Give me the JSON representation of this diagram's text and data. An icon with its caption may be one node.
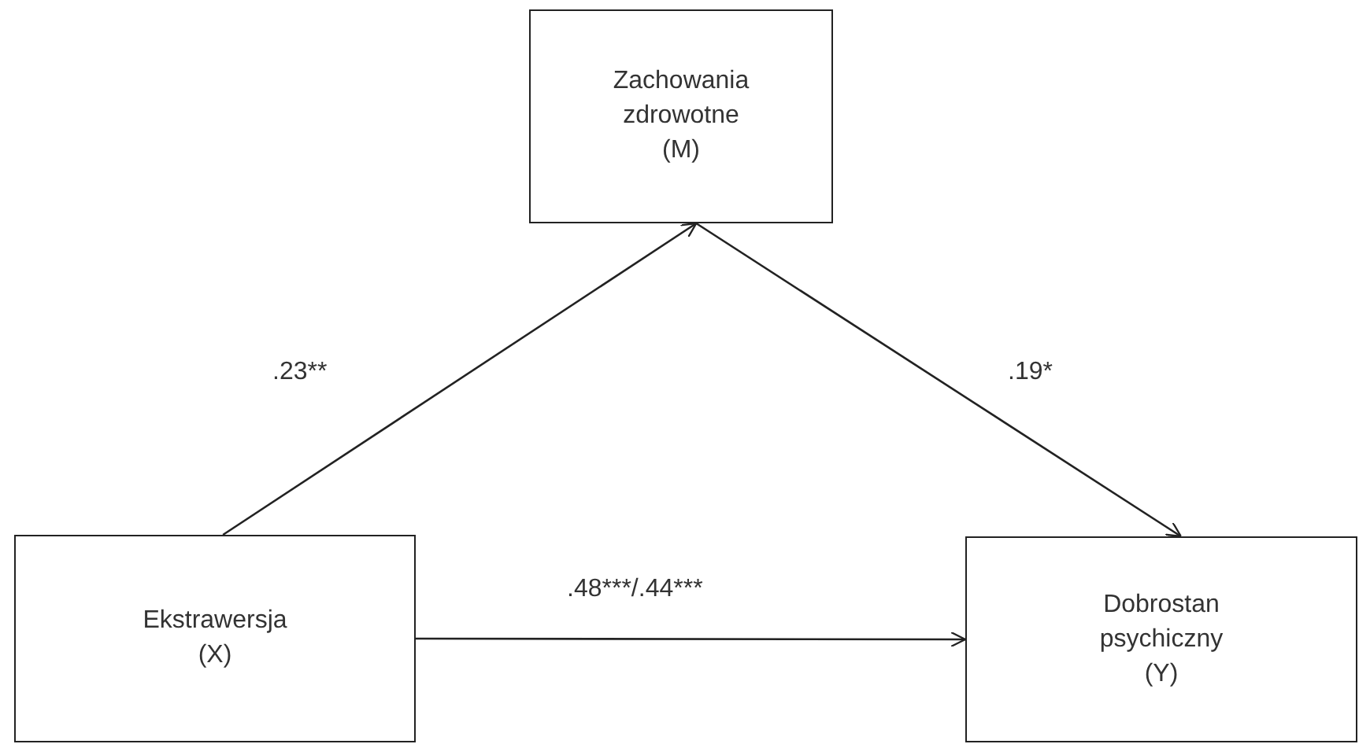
{
  "diagram": {
    "nodes": [
      {
        "text": [
          "Zachowania zdrowotne (M)"
        ]
      },
      {
        "text": [
          "Ekstrawersja (X)"
        ]
      },
      {
        "text": [
          "Dobrostan psychiczny (Y)"
        ]
      }
    ],
    "edges": [
      {
        "from": 1,
        "to": 0,
        "arrow": "to",
        "label": ".23**"
      },
      {
        "from": 0,
        "to": 2,
        "arrow": "to",
        "label": ".19*"
      },
      {
        "from": 1,
        "to": 2,
        "arrow": "to",
        "label": ".48***/.44***"
      }
    ]
  }
}
